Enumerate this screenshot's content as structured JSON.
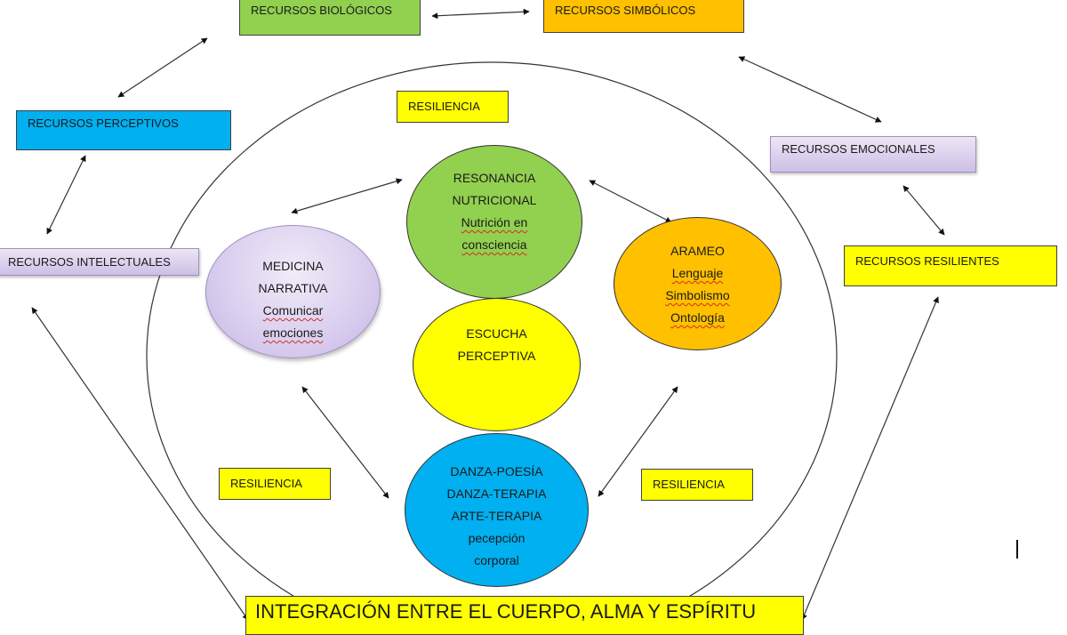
{
  "colors": {
    "green": "#92d050",
    "orange": "#ffc000",
    "blue": "#00b0f0",
    "yellow": "#ffff00",
    "lavender": "#d9cdee",
    "line": "#333333"
  },
  "outer_boxes": {
    "biologicos": "RECURSOS BIOLÓGICOS",
    "simbolicos": "RECURSOS SIMBÓLICOS",
    "perceptivos": "RECURSOS PERCEPTIVOS",
    "emocionales": "RECURSOS EMOCIONALES",
    "intelectuales": "RECURSOS INTELECTUALES",
    "resilientes": "RECURSOS RESILIENTES"
  },
  "resiliencia_labels": [
    "RESILIENCIA",
    "RESILIENCIA",
    "RESILIENCIA"
  ],
  "circles": {
    "resonancia": {
      "lines": [
        "RESONANCIA",
        "NUTRICIONAL",
        "Nutrición en",
        "consciencia"
      ],
      "color": "#92d050"
    },
    "medicina": {
      "lines": [
        "MEDICINA",
        "NARRATIVA",
        "Comunicar",
        "emociones"
      ],
      "color": "#d9cdee"
    },
    "arameo": {
      "lines": [
        "ARAMEO",
        "Lenguaje",
        "Simbolismo",
        "Ontología"
      ],
      "color": "#ffc000"
    },
    "escucha": {
      "lines": [
        "ESCUCHA",
        "PERCEPTIVA"
      ],
      "color": "#ffff00"
    },
    "danza": {
      "lines": [
        "DANZA-POESÍA",
        "DANZA-TERAPIA",
        "ARTE-TERAPIA",
        "pecepción",
        "corporal"
      ],
      "color": "#00b0f0"
    }
  },
  "footer": {
    "title": "INTEGRACIÓN ENTRE EL CUERPO, ALMA Y ESPÍRITU"
  },
  "connections": [
    {
      "from": "recursos-biologicos",
      "to": "recursos-simbolicos"
    },
    {
      "from": "recursos-biologicos",
      "to": "recursos-perceptivos"
    },
    {
      "from": "recursos-perceptivos",
      "to": "recursos-intelectuales"
    },
    {
      "from": "recursos-simbolicos",
      "to": "recursos-emocionales"
    },
    {
      "from": "recursos-emocionales",
      "to": "recursos-resilientes"
    },
    {
      "from": "recursos-intelectuales",
      "to": "integracion"
    },
    {
      "from": "recursos-resilientes",
      "to": "integracion"
    },
    {
      "from": "medicina-narrativa",
      "to": "resonancia-nutricional"
    },
    {
      "from": "resonancia-nutricional",
      "to": "arameo"
    },
    {
      "from": "medicina-narrativa",
      "to": "danza-poesia"
    },
    {
      "from": "arameo",
      "to": "danza-poesia"
    }
  ]
}
